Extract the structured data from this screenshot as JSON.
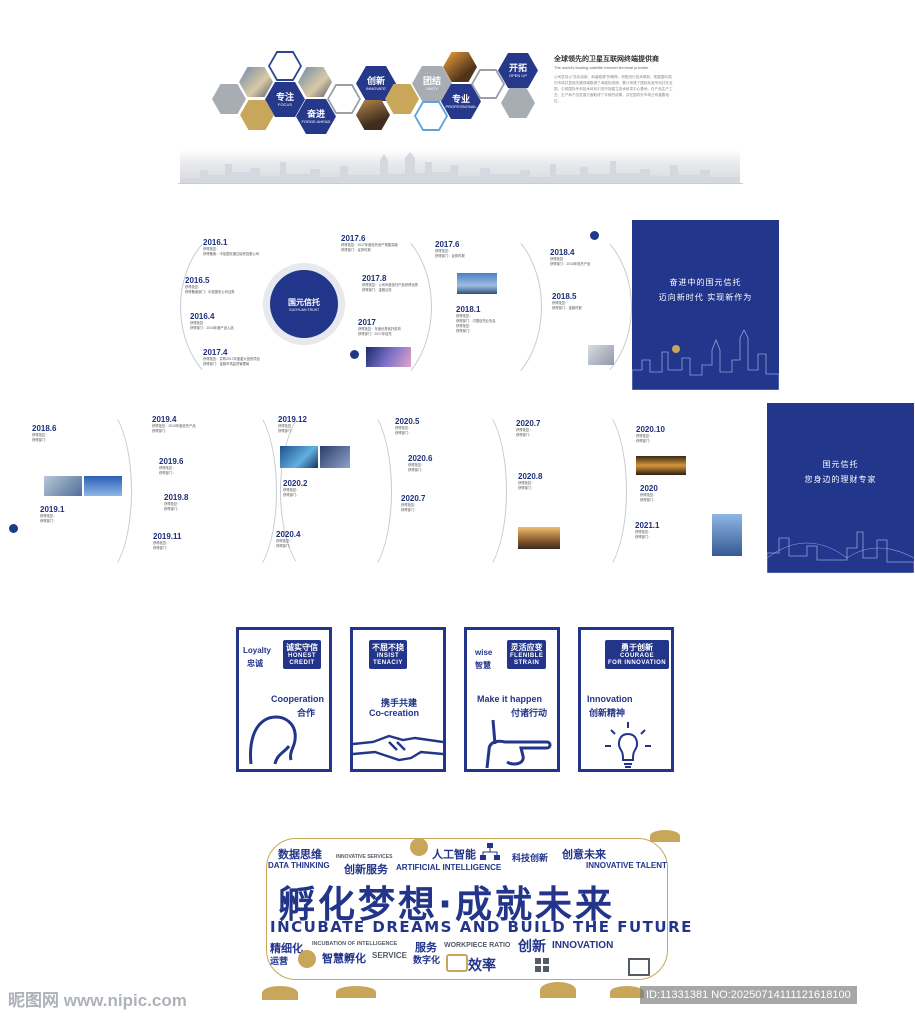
{
  "hex": {
    "focus_cn": "专注",
    "focus_en": "FOCUS",
    "innovate_cn": "创新",
    "innovate_en": "INNOVATE",
    "forge_cn": "奋进",
    "forge_en": "FORGE AHEAD",
    "unity_cn": "团结",
    "unity_en": "UNITY",
    "pro_cn": "专业",
    "pro_en": "PROFESSIONAL",
    "open_cn": "开拓",
    "open_en": "OPEN UP"
  },
  "intro": {
    "title": "全球领先的卫星互联网终端提供商",
    "subtitle": "The world's leading satellite Internet terminal provider",
    "body": "公司坚持以\"务实创新、和谐稳健\"的精神，积极进行技术革新，拓展国际国内市场并显现关键领域取得了卓越的成绩，累计申请了国际标准专利并在全国，引领国际专利技术体系引进市场建立技术研发中心基地，在产品生产工艺、生产和产品发展方面取得了丰硕的成果，并在国内外市场占有重要地位。"
  },
  "timeline_top": [
    {
      "year": "2016.1",
      "lines": [
        "获得批复：",
        "获得备案：中信国安通过增资控股公司"
      ]
    },
    {
      "year": "2016.5",
      "lines": [
        "获得批复：",
        "获得备案部门：中信国安公司证券"
      ]
    },
    {
      "year": "2016.4",
      "lines": [
        "获得批复：",
        "获得部门：2016年度产品入选"
      ]
    },
    {
      "year": "2017.4",
      "lines": [
        "获得批复：并购2017年度重大投资项目",
        "获得部门：金融市场监督管理局"
      ]
    },
    {
      "year": "2017.6",
      "lines": [
        "获得批复：2017年度信托资产规模突破",
        "获得部门：证券时报"
      ]
    },
    {
      "year": "2017.8",
      "lines": [
        "获得批复：公司年度信托产品获得优秀",
        "获得部门：金融业务"
      ]
    },
    {
      "year": "2017",
      "lines": [
        "获得批复：年度优秀信托机构",
        "获得部门：2017年信托"
      ]
    },
    {
      "year": "2017.6",
      "lines": [
        "获得批复：",
        "获得部门：证券时报"
      ]
    },
    {
      "year": "2018.1",
      "lines": [
        "获得批复：",
        "获得部门：中国信托业协会",
        "获得批复：",
        "获得部门："
      ]
    },
    {
      "year": "2018.4",
      "lines": [
        "获得批复：",
        "获得部门：2018年信托产品"
      ]
    },
    {
      "year": "2018.5",
      "lines": [
        "获得批复：",
        "获得部门：金融时报"
      ]
    }
  ],
  "panel_top": {
    "line1": "奋进中的国元信托",
    "line2": "迈向新时代 实现新作为"
  },
  "logo": {
    "cn": "国元信托",
    "en": "GUOYUAN TRUST"
  },
  "timeline_bottom": [
    {
      "year": "2018.6",
      "lines": [
        "获得批复：",
        "获得部门："
      ]
    },
    {
      "year": "2019.1",
      "lines": [
        "获得批复：",
        "获得部门："
      ]
    },
    {
      "year": "2019.4",
      "lines": [
        "获得批复：2019年度信托产品",
        "获得部门："
      ]
    },
    {
      "year": "2019.6",
      "lines": [
        "获得批复：",
        "获得部门："
      ]
    },
    {
      "year": "2019.8",
      "lines": [
        "获得批复：",
        "获得部门："
      ]
    },
    {
      "year": "2019.11",
      "lines": [
        "获得批复：",
        "获得部门："
      ]
    },
    {
      "year": "2019.12",
      "lines": [
        "获得批复：",
        "获得部门："
      ]
    },
    {
      "year": "2020.2",
      "lines": [
        "获得批复：",
        "获得部门："
      ]
    },
    {
      "year": "2020.4",
      "lines": [
        "获得批复：",
        "获得部门："
      ]
    },
    {
      "year": "2020.5",
      "lines": [
        "获得批复：",
        "获得部门："
      ]
    },
    {
      "year": "2020.6",
      "lines": [
        "获得批复：",
        "获得部门："
      ]
    },
    {
      "year": "2020.7",
      "lines": [
        "获得批复：",
        "获得部门："
      ]
    },
    {
      "year": "2020.7",
      "lines": [
        "获得批复：",
        "获得部门："
      ]
    },
    {
      "year": "2020.8",
      "lines": [
        "获得批复：",
        "获得部门："
      ]
    },
    {
      "year": "2020.10",
      "lines": [
        "获得批复：",
        "获得部门："
      ]
    },
    {
      "year": "2020",
      "lines": [
        "获得批复：",
        "获得部门："
      ]
    },
    {
      "year": "2021.1",
      "lines": [
        "获得批复：",
        "获得部门："
      ]
    }
  ],
  "panel_bottom": {
    "line1": "国元信托",
    "line2": "您身边的理财专家"
  },
  "cards": [
    {
      "en1": "Loyalty",
      "cn1": "忠诚",
      "bub_cn": "诚实守信",
      "bub_en1": "HONEST",
      "bub_en2": "CREDIT",
      "en2": "Cooperation",
      "cn2": "合作"
    },
    {
      "en1": "",
      "cn1": "",
      "bub_cn": "不屈不挠",
      "bub_en1": "INSIST",
      "bub_en2": "TENACIY",
      "en2": "携手共建",
      "cn2": "Co-creation"
    },
    {
      "en1": "wise",
      "cn1": "智慧",
      "bub_cn": "灵活应变",
      "bub_en1": "FLENIBLE",
      "bub_en2": "STRAIN",
      "en2": "Make it happen",
      "cn2": "付诸行动"
    },
    {
      "en1": "",
      "cn1": "",
      "bub_cn": "勇于创新",
      "bub_en1": "COURAGE",
      "bub_en2": "FOR INNOVATION",
      "en2": "Innovation",
      "cn2": "创新精神"
    }
  ],
  "wordcloud": {
    "w1": "数据思维",
    "w2": "DATA THINKING",
    "w3": "INNOVATIVE SERVICES",
    "w4": "创新服务",
    "w5": "人工智能",
    "w6": "ARTIFICIAL INTELLIGENCE",
    "w7": "科技创新",
    "w8": "创意未来",
    "w9": "INNOVATIVE TALENT",
    "headline": "孵化梦想·成就未来",
    "headline_en": "INCUBATE DREAMS AND BUILD THE FUTURE",
    "b1": "精细化",
    "b2": "运营",
    "b3": "INCUBATION OF INTELLIGENCE",
    "b4": "智慧孵化",
    "b5": "SERVICE",
    "b6": "服务",
    "b7": "数字化",
    "b8": "WORKPIECE RATIO",
    "b9": "效率",
    "b10": "创新",
    "b11": "INNOVATION"
  },
  "watermark": {
    "left": "昵图网 www.nipic.com",
    "right": "ID:11331381 NO:20250714111121618100"
  }
}
